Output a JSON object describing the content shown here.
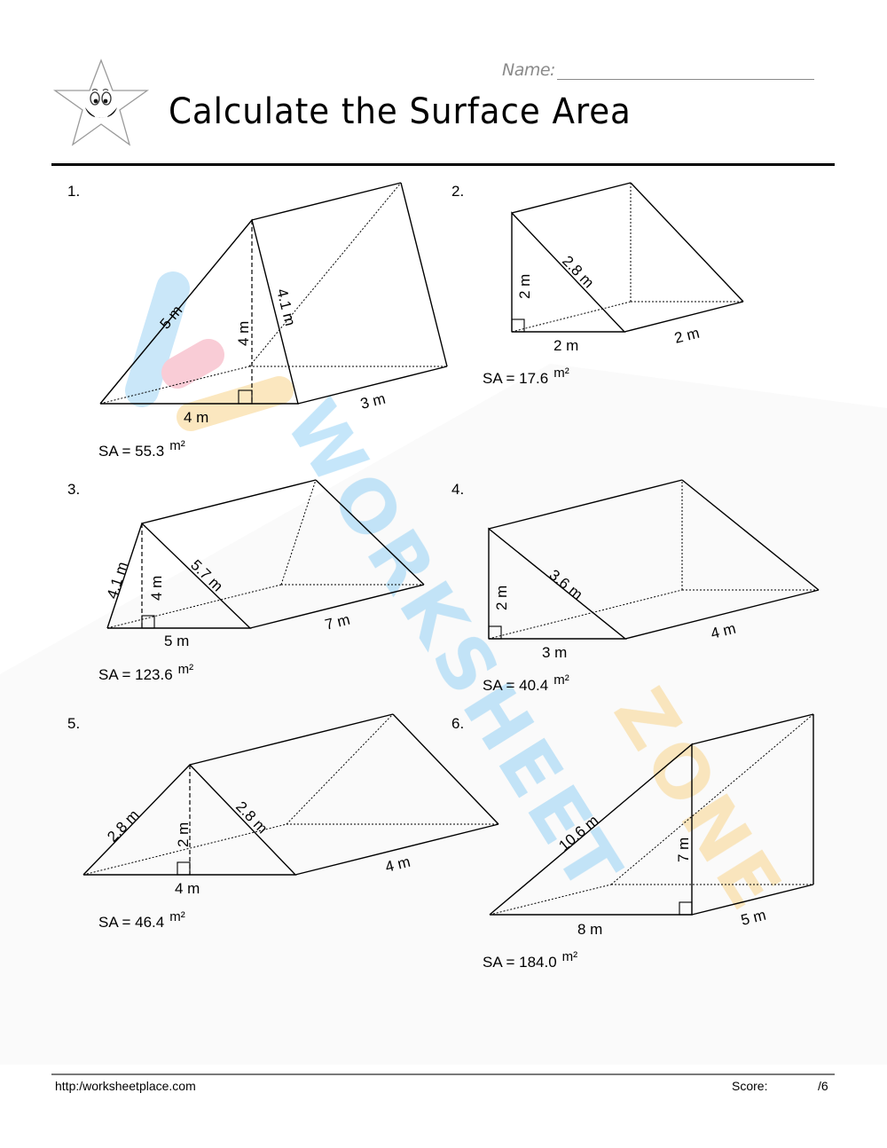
{
  "header": {
    "name_label": "Name:",
    "title": "Calculate the Surface Area",
    "logo": "smiling-star-icon"
  },
  "watermark": {
    "text_part1": "WORKSHEET",
    "text_part2": "ZONE",
    "colors": [
      "#9fd4f5",
      "#f9d58b",
      "#f5a3b5"
    ]
  },
  "problems": [
    {
      "number": "1.",
      "shape": "triangular prism",
      "labels": {
        "slant_left": "5 m",
        "height": "4 m",
        "slant_right": "4.1 m",
        "base": "4 m",
        "length": "3 m"
      },
      "answer_prefix": "SA = ",
      "answer_value": "55.3",
      "answer_unit": "m²"
    },
    {
      "number": "2.",
      "shape": "right triangular prism",
      "labels": {
        "height": "2 m",
        "hypotenuse": "2.8 m",
        "base": "2 m",
        "length": "2 m"
      },
      "answer_prefix": "SA = ",
      "answer_value": "17.6",
      "answer_unit": "m²"
    },
    {
      "number": "3.",
      "shape": "triangular prism",
      "labels": {
        "slant_left": "4.1 m",
        "height": "4 m",
        "slant_right": "5.7 m",
        "base": "5 m",
        "length": "7 m"
      },
      "answer_prefix": "SA = ",
      "answer_value": "123.6",
      "answer_unit": "m²"
    },
    {
      "number": "4.",
      "shape": "right triangular prism",
      "labels": {
        "height": "2 m",
        "hypotenuse": "3.6 m",
        "base": "3 m",
        "length": "4 m"
      },
      "answer_prefix": "SA = ",
      "answer_value": "40.4",
      "answer_unit": "m²"
    },
    {
      "number": "5.",
      "shape": "isosceles triangular prism",
      "labels": {
        "slant_left": "2.8 m",
        "height": "2 m",
        "slant_right": "2.8 m",
        "base": "4 m",
        "length": "4 m"
      },
      "answer_prefix": "SA = ",
      "answer_value": "46.4",
      "answer_unit": "m²"
    },
    {
      "number": "6.",
      "shape": "right triangular prism",
      "labels": {
        "hypotenuse": "10.6 m",
        "height": "7 m",
        "base": "8 m",
        "length": "5 m"
      },
      "answer_prefix": "SA = ",
      "answer_value": "184.0",
      "answer_unit": "m²"
    }
  ],
  "footer": {
    "url": "http:/worksheetplace.com",
    "score_label": "Score:",
    "score_total": "/6"
  }
}
